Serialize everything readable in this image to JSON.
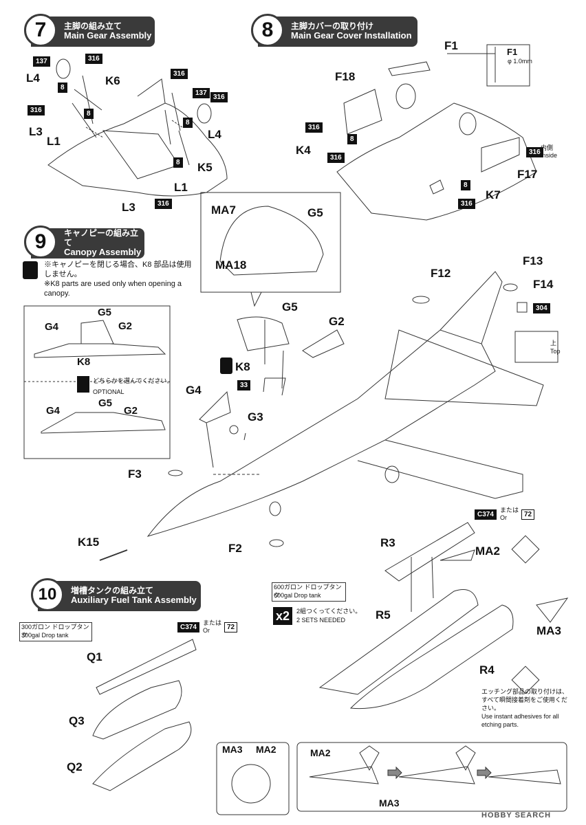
{
  "step7": {
    "num": "7",
    "jp": "主脚の組み立て",
    "en": "Main Gear Assembly"
  },
  "step8": {
    "num": "8",
    "jp": "主脚カバーの取り付け",
    "en": "Main Gear Cover Installation"
  },
  "step9": {
    "num": "9",
    "jp": "キャノピーの組み立て",
    "en": "Canopy Assembly",
    "note_jp": "※キャノピーを閉じる場合、K8 部品は使用しません。",
    "note_en": "※K8 parts are used only when opening a canopy.",
    "optional_jp": "どちらかを選んでください。",
    "optional_en": "OPTIONAL"
  },
  "step10": {
    "num": "10",
    "jp": "増槽タンクの組み立て",
    "en": "Auxiliary Fuel Tank Assembly"
  },
  "tank300": {
    "jp": "300ガロン ドロップタンク",
    "en": "300gal Drop tank"
  },
  "tank600": {
    "jp": "600ガロン ドロップタンク",
    "en": "600gal Drop tank"
  },
  "sets": {
    "mult": "x2",
    "jp": "2組つくってください。",
    "en": "2 SETS NEEDED"
  },
  "or": {
    "jp": "または",
    "en": "Or"
  },
  "inside": {
    "jp": "内側",
    "en": "Inside"
  },
  "top": {
    "jp": "上",
    "en": "Top"
  },
  "drill": {
    "part": "F1",
    "size": "φ 1.0mm"
  },
  "etching": {
    "jp": "エッチング部品の取り付けは、すべて瞬間接着剤をご使用ください。",
    "en": "Use instant adhesives for all etching parts."
  },
  "chips": {
    "c137": "137",
    "c316": "316",
    "c8": "8",
    "c304": "304",
    "c33": "33",
    "c374": "C374",
    "c72": "72"
  },
  "labels": {
    "L4": "L4",
    "K6": "K6",
    "L3": "L3",
    "L1": "L1",
    "K5": "K5",
    "F1": "F1",
    "F18": "F18",
    "K4": "K4",
    "F17": "F17",
    "K7": "K7",
    "MA7": "MA7",
    "G5": "G5",
    "MA18": "MA18",
    "G4": "G4",
    "G2": "G2",
    "K8": "K8",
    "F12": "F12",
    "F13": "F13",
    "F14": "F14",
    "G3": "G3",
    "F3": "F3",
    "F2": "F2",
    "K15": "K15",
    "R3": "R3",
    "MA2": "MA2",
    "R5": "R5",
    "MA3": "MA3",
    "R4": "R4",
    "Q1": "Q1",
    "Q3": "Q3",
    "Q2": "Q2"
  },
  "watermark": "HOBBY SEARCH"
}
